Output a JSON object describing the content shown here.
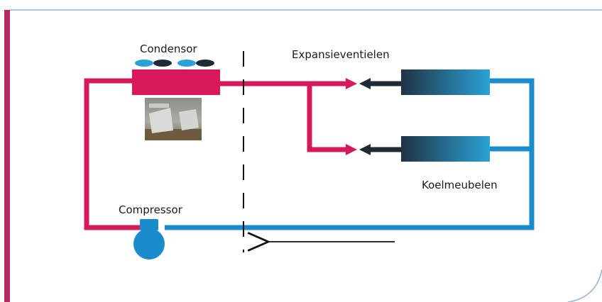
{
  "labels": {
    "condensor": "Condensor",
    "expansion_valves": "Expansieventielen",
    "display_cases": "Koelmeubelen",
    "compressor": "Compressor"
  },
  "colors": {
    "hot_line": "#d6195a",
    "cold_line": "#1a8ccc",
    "left_bar": "#b02a64",
    "frame": "#8fb5d8",
    "arrow_dark": "#1e2a36",
    "case_dark": "#1f3344",
    "case_light": "#2a9fd3"
  },
  "photo": {
    "description_icon": "condenser-photo"
  }
}
